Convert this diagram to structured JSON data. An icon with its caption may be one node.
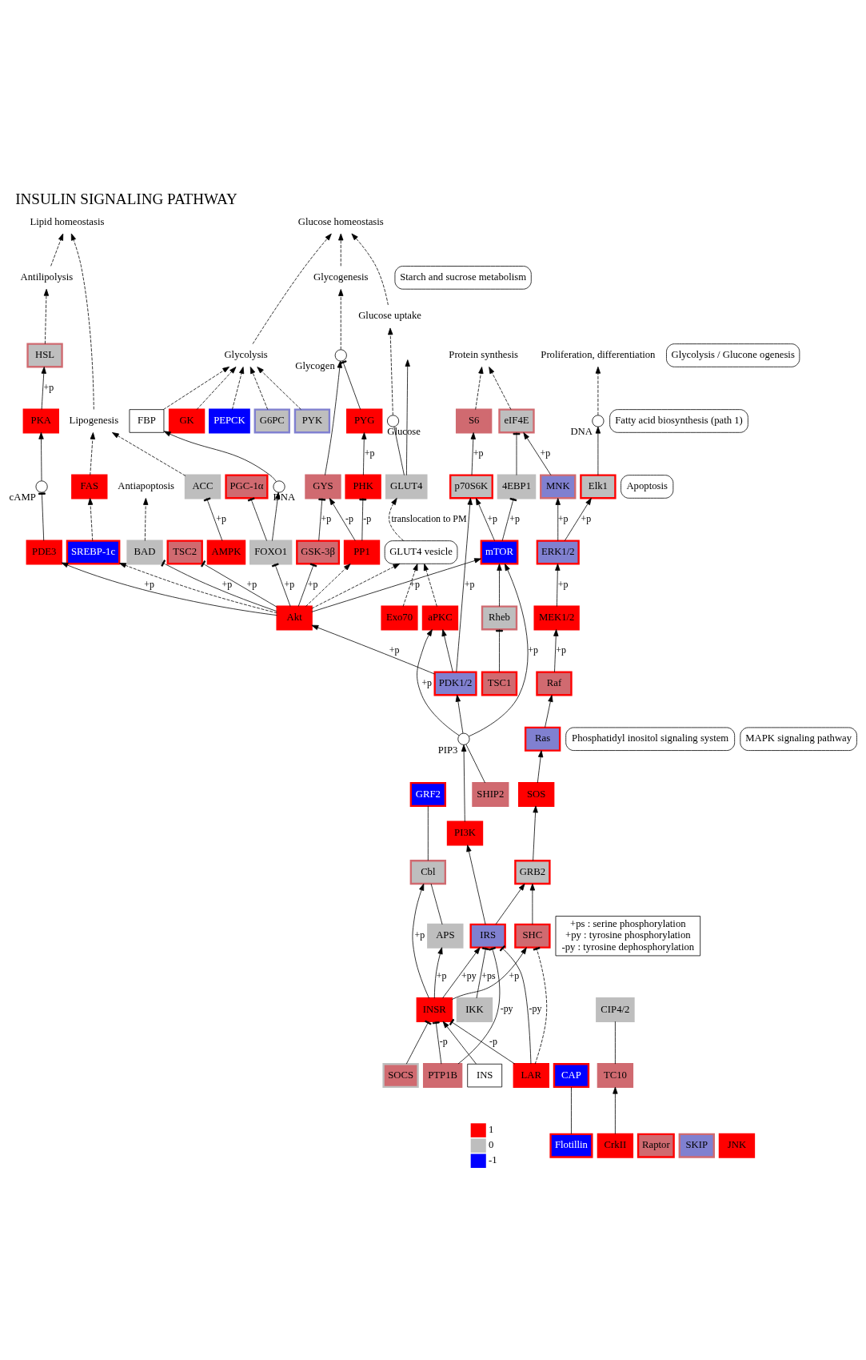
{
  "diagram": {
    "title": "INSULIN SIGNALING PATHWAY",
    "nodes": [
      {
        "text": [
          "INS"
        ]
      },
      {
        "text": [
          "INSR"
        ]
      },
      {
        "text": [
          "Flotillin"
        ]
      },
      {
        "text": [
          "CAP"
        ]
      },
      {
        "text": [
          "Cbl"
        ]
      },
      {
        "text": [
          "APS"
        ]
      },
      {
        "text": [
          "CrkII"
        ]
      },
      {
        "text": [
          "GRF2"
        ]
      },
      {
        "text": [
          "TC10"
        ]
      },
      {
        "text": [
          "Exo70"
        ]
      },
      {
        "text": [
          "CIP4/2"
        ]
      },
      {
        "text": [
          "GLUT4 vesicle"
        ]
      },
      {
        "text": [
          "GLUT4"
        ]
      },
      {
        "text": [],
        "shape": "circle",
        "beside": [
          "Glucose"
        ]
      },
      {
        "text": [
          "Glucose uptake"
        ]
      },
      {
        "text": [
          "Glucose homeostasis"
        ]
      },
      {
        "text": [
          "Lipogenesis"
        ]
      },
      {
        "text": [
          "Fatty acid biosynthesis (path 1)"
        ]
      },
      {
        "text": [
          "Glycolysis"
        ]
      },
      {
        "text": [
          "Glycolysis / Glucone ogenesis"
        ]
      },
      {
        "text": [
          "ACC"
        ]
      },
      {
        "text": [
          "FAS"
        ]
      },
      {
        "text": [
          "PYK"
        ]
      },
      {
        "text": [
          "GK"
        ]
      },
      {
        "text": [
          "G6PC"
        ]
      },
      {
        "text": [
          "FBP"
        ]
      },
      {
        "text": [
          "PEPCK"
        ]
      },
      {
        "text": [
          "AMPK"
        ]
      },
      {
        "text": [
          "PGC-1α"
        ]
      },
      {
        "text": [],
        "shape": "circle",
        "beside": [
          "DNA"
        ]
      },
      {
        "text": [
          "FOXO1"
        ]
      },
      {
        "text": [
          "SREBP-1c"
        ]
      },
      {
        "text": [
          "aPKC"
        ]
      },
      {
        "text": [],
        "shape": "circle",
        "beside": [
          "Glycogen"
        ]
      },
      {
        "text": [
          "Glycogenesis"
        ]
      },
      {
        "text": [
          "Starch and sucrose metabolism"
        ]
      },
      {
        "text": [
          "GYS"
        ]
      },
      {
        "text": [
          "PHK"
        ]
      },
      {
        "text": [
          "PYG"
        ]
      },
      {
        "text": [
          "GSK-3β"
        ]
      },
      {
        "text": [
          "PP1"
        ]
      },
      {
        "text": [
          "PDE3"
        ]
      },
      {
        "text": [],
        "shape": "circle",
        "beside": [
          "cAMP"
        ]
      },
      {
        "text": [
          "PKA"
        ]
      },
      {
        "text": [
          "HSL"
        ]
      },
      {
        "text": [
          "Antilipolysis"
        ]
      },
      {
        "text": [
          "Lipid homeostasis"
        ]
      },
      {
        "text": [
          "BAD"
        ]
      },
      {
        "text": [
          "Antiapoptosis"
        ]
      },
      {
        "text": [
          "Apoptosis"
        ]
      },
      {
        "text": [
          "S6"
        ]
      },
      {
        "text": [
          "eIF4E"
        ]
      },
      {
        "text": [
          "Protein synthesis"
        ]
      },
      {
        "text": [
          "MNK"
        ]
      },
      {
        "text": [
          "Elk1"
        ]
      },
      {
        "text": [],
        "shape": "circle",
        "beside": [
          "DNA"
        ]
      },
      {
        "text": [
          "Proliferation, differentiation"
        ]
      },
      {
        "text": [
          "Akt"
        ]
      },
      {
        "text": [
          "TSC2"
        ]
      },
      {
        "text": [
          "TSC1"
        ]
      },
      {
        "text": [
          "Rheb"
        ]
      },
      {
        "text": [
          "p70S6K"
        ]
      },
      {
        "text": [
          "4EBP1"
        ]
      },
      {
        "text": [
          "PDK1/2"
        ]
      },
      {
        "text": [
          "mTOR"
        ]
      },
      {
        "text": [
          "Raptor"
        ]
      },
      {
        "text": [],
        "shape": "circle",
        "beside": [
          "PIP3"
        ]
      },
      {
        "text": [
          "PI3K"
        ]
      },
      {
        "text": [
          "IRS"
        ]
      },
      {
        "text": [
          "SHIP2"
        ]
      },
      {
        "text": [
          "SKIP"
        ]
      },
      {
        "text": [
          "SOCS"
        ]
      },
      {
        "text": [
          "PTP1B"
        ]
      },
      {
        "text": [
          "JNK"
        ]
      },
      {
        "text": [
          "IKK"
        ]
      },
      {
        "text": [
          "Phosphatidyl inositol signaling system"
        ]
      },
      {
        "text": [
          "MAPK signaling pathway"
        ]
      },
      {
        "text": [
          "+ps : serine phosphorylation",
          "+py : tyrosine phosphorylation",
          "-py : tyrosine dephosphorylation"
        ]
      },
      {
        "text": [
          "ERK1/2"
        ]
      },
      {
        "text": [
          "MEK1/2"
        ]
      },
      {
        "text": [
          "Raf"
        ]
      },
      {
        "text": [
          "Ras"
        ]
      },
      {
        "text": [
          "SOS"
        ]
      },
      {
        "text": [
          "GRB2"
        ]
      },
      {
        "text": [
          "SHC"
        ]
      },
      {
        "text": [
          "LAR"
        ]
      }
    ],
    "edges": [
      {
        "from": 0,
        "to": 1,
        "arrow": "to"
      },
      {
        "from": 1,
        "to": 68,
        "arrow": "to",
        "label": "+py"
      },
      {
        "from": 68,
        "to": 67,
        "arrow": "to"
      },
      {
        "from": 67,
        "to": 66,
        "arrow": "to"
      },
      {
        "from": 66,
        "to": 63,
        "arrow": "to"
      },
      {
        "from": 63,
        "to": 57,
        "arrow": "to",
        "label": "+p"
      },
      {
        "from": 63,
        "to": 32,
        "arrow": "to"
      },
      {
        "from": 66,
        "to": 32,
        "arrow": "to",
        "label": "+p"
      },
      {
        "from": 63,
        "to": 61,
        "arrow": "to",
        "label": "+p"
      },
      {
        "from": 66,
        "to": 64,
        "arrow": "to",
        "label": "+p"
      },
      {
        "from": 69,
        "to": 66,
        "arrow": "none"
      },
      {
        "from": 71,
        "to": 1,
        "arrow": "other"
      },
      {
        "from": 72,
        "to": 1,
        "arrow": "other",
        "label": "-p"
      },
      {
        "from": 72,
        "to": 68,
        "arrow": "other",
        "label": "-py"
      },
      {
        "from": 74,
        "to": 68,
        "arrow": "other",
        "label": "+ps"
      },
      {
        "from": 1,
        "to": 5,
        "arrow": "to",
        "label": "+p"
      },
      {
        "from": 1,
        "to": 4,
        "arrow": "to",
        "label": "+p"
      },
      {
        "from": 2,
        "to": 3,
        "arrow": "none"
      },
      {
        "from": 5,
        "to": 4,
        "arrow": "none"
      },
      {
        "from": 4,
        "to": 7,
        "arrow": "none"
      },
      {
        "from": 6,
        "to": 8,
        "arrow": "to"
      },
      {
        "from": 8,
        "to": 10,
        "arrow": "none"
      },
      {
        "from": 9,
        "to": 11,
        "arrow": "to",
        "style": "dashed"
      },
      {
        "from": 57,
        "to": 11,
        "arrow": "to",
        "style": "dashed"
      },
      {
        "from": 32,
        "to": 11,
        "arrow": "to",
        "style": "dashed"
      },
      {
        "from": 57,
        "to": 31,
        "arrow": "to",
        "style": "dashed"
      },
      {
        "from": 11,
        "to": 12,
        "arrow": "to",
        "style": "dashed",
        "label": "translocation to PM"
      },
      {
        "from": 12,
        "to": null,
        "arrow": "to"
      },
      {
        "from": 12,
        "to": 13,
        "arrow": "none"
      },
      {
        "from": 13,
        "to": 14,
        "arrow": "to",
        "style": "dashed"
      },
      {
        "from": 14,
        "to": 15,
        "arrow": "to",
        "style": "dashed"
      },
      {
        "from": 20,
        "to": 16,
        "arrow": "to",
        "style": "dashed"
      },
      {
        "from": 21,
        "to": 16,
        "arrow": "to",
        "style": "dashed"
      },
      {
        "from": 16,
        "to": 46,
        "arrow": "to",
        "style": "dashed"
      },
      {
        "from": 22,
        "to": 18,
        "arrow": "to",
        "style": "dashed"
      },
      {
        "from": 23,
        "to": 18,
        "arrow": "to",
        "style": "dashed"
      },
      {
        "from": 24,
        "to": 18,
        "arrow": "to",
        "style": "dashed"
      },
      {
        "from": 25,
        "to": 18,
        "arrow": "to",
        "style": "dashed"
      },
      {
        "from": 26,
        "to": 18,
        "arrow": "to",
        "style": "dashed"
      },
      {
        "from": 18,
        "to": 15,
        "arrow": "to",
        "style": "dashed"
      },
      {
        "from": 27,
        "to": 20,
        "arrow": "other",
        "label": "+p"
      },
      {
        "from": 31,
        "to": 21,
        "arrow": "to",
        "style": "dashed"
      },
      {
        "from": 30,
        "to": 29,
        "arrow": "to"
      },
      {
        "from": 29,
        "to": 25,
        "arrow": "to"
      },
      {
        "from": 30,
        "to": 28,
        "arrow": "other"
      },
      {
        "from": 57,
        "to": 30,
        "arrow": "other",
        "label": "+p"
      },
      {
        "from": 57,
        "to": 39,
        "arrow": "other",
        "label": "+p"
      },
      {
        "from": 39,
        "to": 36,
        "arrow": "other",
        "label": "+p"
      },
      {
        "from": 40,
        "to": 36,
        "arrow": "to",
        "label": "-p"
      },
      {
        "from": 40,
        "to": 37,
        "arrow": "other",
        "label": "-p"
      },
      {
        "from": 37,
        "to": 38,
        "arrow": "to",
        "label": "+p"
      },
      {
        "from": 38,
        "to": 33,
        "arrow": "other"
      },
      {
        "from": 36,
        "to": 33,
        "arrow": "to"
      },
      {
        "from": 33,
        "to": 34,
        "arrow": "to",
        "style": "dashed"
      },
      {
        "from": 34,
        "to": 15,
        "arrow": "to",
        "style": "dashed"
      },
      {
        "from": 57,
        "to": 40,
        "arrow": "to",
        "style": "dashed"
      },
      {
        "from": 57,
        "to": 41,
        "arrow": "to",
        "label": "+p"
      },
      {
        "from": 57,
        "to": 47,
        "arrow": "other",
        "label": "+p"
      },
      {
        "from": 41,
        "to": 42,
        "arrow": "other"
      },
      {
        "from": 42,
        "to": 43,
        "arrow": "to"
      },
      {
        "from": 43,
        "to": 44,
        "arrow": "to",
        "label": "+p"
      },
      {
        "from": 44,
        "to": 45,
        "arrow": "to",
        "style": "dashed"
      },
      {
        "from": 45,
        "to": 46,
        "arrow": "to",
        "style": "dashed"
      },
      {
        "from": 47,
        "to": 48,
        "arrow": "to",
        "style": "dashed"
      },
      {
        "from": 50,
        "to": 52,
        "arrow": "to",
        "style": "dashed"
      },
      {
        "from": 51,
        "to": 52,
        "arrow": "to",
        "style": "dashed"
      },
      {
        "from": 53,
        "to": 51,
        "arrow": "to",
        "label": "+p"
      },
      {
        "from": 54,
        "to": 55,
        "arrow": "to"
      },
      {
        "from": 55,
        "to": 56,
        "arrow": "to",
        "style": "dashed"
      },
      {
        "from": 57,
        "to": 58,
        "arrow": "other",
        "label": "+p"
      },
      {
        "from": 59,
        "to": 60,
        "arrow": "other"
      },
      {
        "from": 60,
        "to": 64,
        "arrow": "to"
      },
      {
        "from": 57,
        "to": 64,
        "arrow": "to",
        "label": "+p"
      },
      {
        "from": 64,
        "to": 61,
        "arrow": "to",
        "label": "+p"
      },
      {
        "from": 64,
        "to": 62,
        "arrow": "other",
        "label": "+p"
      },
      {
        "from": 62,
        "to": 51,
        "arrow": "other"
      },
      {
        "from": 61,
        "to": 50,
        "arrow": "to",
        "label": "+p"
      },
      {
        "from": 78,
        "to": 53,
        "arrow": "to",
        "label": "+p"
      },
      {
        "from": 78,
        "to": 54,
        "arrow": "to",
        "label": "+p"
      },
      {
        "from": 79,
        "to": 78,
        "arrow": "to",
        "label": "+p"
      },
      {
        "from": 80,
        "to": 79,
        "arrow": "to",
        "label": "+p"
      },
      {
        "from": 81,
        "to": 80,
        "arrow": "to"
      },
      {
        "from": 82,
        "to": 81,
        "arrow": "to"
      },
      {
        "from": 83,
        "to": 82,
        "arrow": "to"
      },
      {
        "from": 84,
        "to": 83,
        "arrow": "to"
      },
      {
        "from": 68,
        "to": 83,
        "arrow": "to"
      },
      {
        "from": 1,
        "to": 84,
        "arrow": "to",
        "label": "+p"
      },
      {
        "from": 85,
        "to": 84,
        "arrow": "other",
        "style": "dashed"
      },
      {
        "from": 85,
        "to": 1,
        "arrow": "other",
        "label": "-p"
      },
      {
        "from": 85,
        "to": 68,
        "arrow": "other",
        "label": "-py"
      }
    ],
    "legend": [
      {
        "text": "1",
        "color": "#ff0000"
      },
      {
        "text": "0",
        "color": "#bebebe"
      },
      {
        "text": "-1",
        "color": "#0000ff"
      }
    ]
  }
}
